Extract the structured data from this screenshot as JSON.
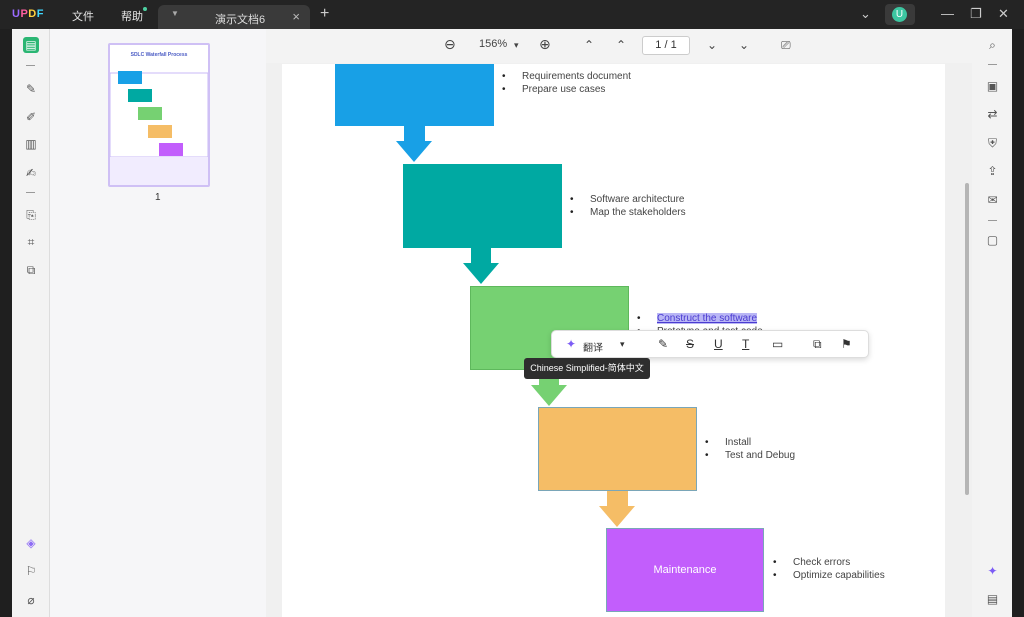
{
  "titlebar": {
    "logo": [
      "U",
      "P",
      "D",
      "F"
    ],
    "menu_file": "文件",
    "menu_help": "帮助",
    "tab_title": "演示文档6",
    "tab_close": "×",
    "new_tab": "+",
    "avatar_letter": "U",
    "chevron": "⌄",
    "minimize": "—",
    "restore": "❐",
    "close": "✕"
  },
  "toolbar": {
    "zoom_out": "⊖",
    "zoom": "156%",
    "zoom_caret": "▾",
    "zoom_in": "⊕",
    "first": "⌃",
    "prev": "⌃",
    "page_current": "1",
    "page_sep": "/",
    "page_total": "1",
    "next": "⌄",
    "last": "⌄",
    "present": "⎚"
  },
  "thumbnail": {
    "title": "SDLC Waterfall Process",
    "page_number": "1"
  },
  "flow": {
    "step1": {
      "bullets": [
        "Requirements document",
        "Prepare use cases"
      ]
    },
    "step2": {
      "bullets": [
        "Software architecture",
        "Map the stakeholders"
      ]
    },
    "step3": {
      "bullets": [
        "Construct the software",
        "Prototype and test code"
      ]
    },
    "step4": {
      "bullets": [
        "Install",
        "Test and Debug"
      ]
    },
    "step5": {
      "label": "Maintenance",
      "bullets": [
        "Check errors",
        "Optimize capabilities"
      ]
    }
  },
  "floatbar": {
    "translate": "翻译",
    "caret": "▾"
  },
  "tooltip": "Chinese Simplified-简体中文",
  "colors": {
    "step1": "#18a0e6",
    "step2": "#00a9a2",
    "step3": "#76d172",
    "step4": "#f5bd66",
    "step5": "#c25efc",
    "accent": "#7c5cf5"
  }
}
